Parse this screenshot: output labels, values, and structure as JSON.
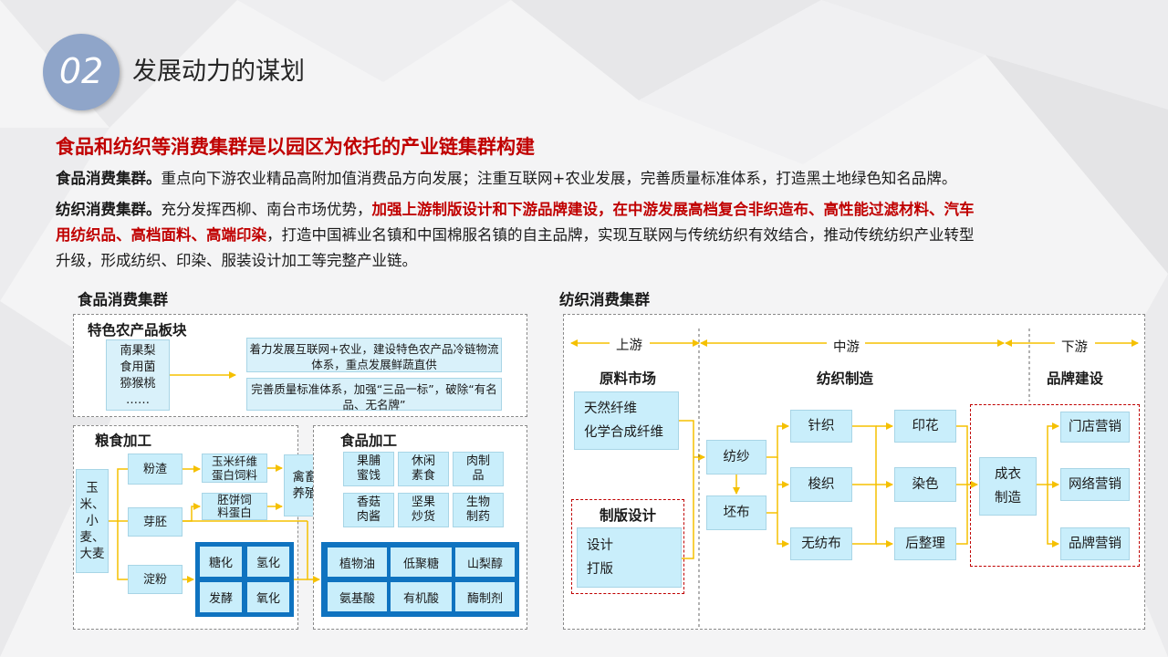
{
  "header": {
    "badge_number": "02",
    "title": "发展动力的谋划"
  },
  "subtitle": "食品和纺织等消费集群是以园区为依托的产业链集群构建",
  "paragraphs": {
    "food": {
      "lead": "食品消费集群。",
      "text": "重点向下游农业精品高附加值消费品方向发展；注重互联网+农业发展，完善质量标准体系，打造黑土地绿色知名品牌。"
    },
    "textile": {
      "lead": "纺织消费集群。",
      "text1": "充分发挥西柳、南台市场优势，",
      "red1": "加强上游制版设计和下游品牌建设，在中游发展高档复合非织造布、高性能过滤材料、汽车",
      "red2": "用纺织品、高档面料、高端印染",
      "text2": "，打造中国裤业名镇和中国棉服名镇的自主品牌，实现互联网与传统纺织有效结合，推动传统纺织产业转型",
      "text3": "升级，形成纺织、印染、服装设计加工等完整产业链。"
    }
  },
  "food_cluster": {
    "title": "食品消费集群",
    "specialty": {
      "title": "特色农产品板块",
      "products": [
        "南果梨",
        "食用菌",
        "猕猴桃",
        "……"
      ],
      "note1": "着力发展互联网+农业，建设特色农产品冷链物流体系，重点发展鲜蔬直供",
      "note2": "完善质量标准体系，加强“三品一标”，破除“有名品、无名牌”"
    },
    "grain": {
      "title": "粮食加工",
      "source": "玉米、小麦、大麦",
      "steps": [
        "粉渣",
        "芽胚",
        "淀粉"
      ],
      "feed1": "玉米纤维蛋白饲料",
      "feed2": "胚饼饲料蛋白",
      "livestock": "禽畜养殖",
      "chem": [
        "糖化",
        "氢化",
        "发酵",
        "氧化"
      ]
    },
    "food_proc": {
      "title": "食品加工",
      "items": [
        "果脯蜜饯",
        "休闲素食",
        "肉制品",
        "香菇肉酱",
        "坚果炒货",
        "生物制药"
      ],
      "outputs": [
        "植物油",
        "低聚糖",
        "山梨醇",
        "氨基酸",
        "有机酸",
        "酶制剂"
      ]
    }
  },
  "textile_cluster": {
    "title": "纺织消费集群",
    "stages": [
      "上游",
      "中游",
      "下游"
    ],
    "headings": [
      "原料市场",
      "纺织制造",
      "品牌建设"
    ],
    "raw": [
      "天然纤维",
      "化学合成纤维"
    ],
    "design_title": "制版设计",
    "design_items": [
      "设计",
      "打版"
    ],
    "spin": [
      "纺纱",
      "坯布"
    ],
    "weave": [
      "针织",
      "梭织",
      "无纺布"
    ],
    "finish": [
      "印花",
      "染色",
      "后整理"
    ],
    "garment": [
      "成衣",
      "制造"
    ],
    "brands": [
      "门店营销",
      "网络营销",
      "品牌营销"
    ]
  },
  "colors": {
    "accent_red": "#c00000",
    "badge_blue": "#8fa5c9",
    "box_fill": "#c9eefb",
    "dark_blue": "#0f73c0",
    "arrow_yellow": "#f5c000"
  }
}
